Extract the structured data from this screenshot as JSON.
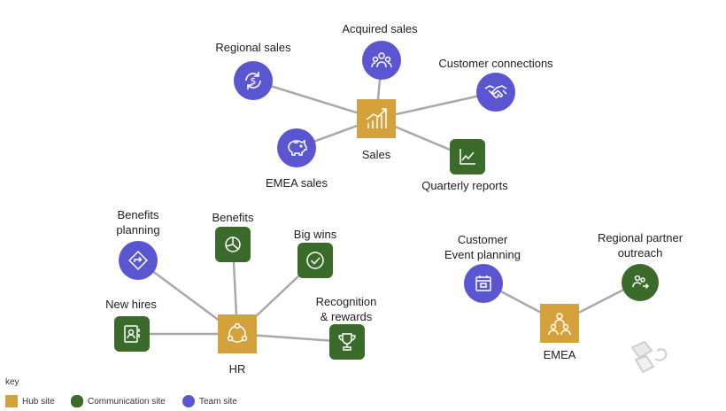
{
  "colors": {
    "hub": "#d5a13a",
    "communication": "#3a6b2b",
    "team": "#5a56d1",
    "edge": "#a8a8a8"
  },
  "labels": {
    "sales": "Sales",
    "regional_sales": "Regional sales",
    "acquired_sales": "Acquired sales",
    "customer_connections": "Customer connections",
    "emea_sales": "EMEA sales",
    "quarterly_reports": "Quarterly reports",
    "hr": "HR",
    "benefits_planning_1": "Benefits",
    "benefits_planning_2": "planning",
    "benefits": "Benefits",
    "big_wins": "Big wins",
    "new_hires": "New hires",
    "recognition_1": "Recognition",
    "recognition_2": "& rewards",
    "emea": "EMEA",
    "customer_event_1": "Customer",
    "customer_event_2": "Event planning",
    "regional_partner_1": "Regional partner",
    "regional_partner_2": "outreach"
  },
  "key": {
    "title": "key",
    "hub": "Hub site",
    "communication": "Communication site",
    "team": "Team site"
  },
  "icons": {
    "sales": "chart-up-icon",
    "regional_sales": "dollar-refresh-icon",
    "acquired_sales": "people-group-icon",
    "customer_connections": "handshake-icon",
    "emea_sales": "piggy-bank-icon",
    "quarterly_reports": "line-chart-icon",
    "hr": "people-circle-icon",
    "benefits_planning": "diamond-arrow-icon",
    "benefits": "pie-chart-icon",
    "big_wins": "check-circle-icon",
    "new_hires": "id-card-icon",
    "recognition": "trophy-icon",
    "emea": "people-group-icon",
    "customer_event": "calendar-icon",
    "regional_partner": "people-arrow-icon"
  }
}
